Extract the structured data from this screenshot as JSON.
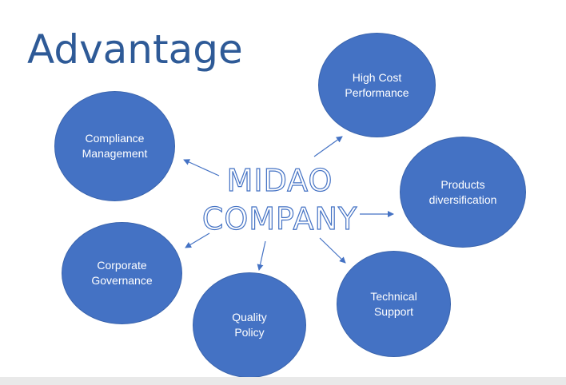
{
  "slide": {
    "title": "Advantage",
    "center_label": "MIDAO\nCOMPANY"
  },
  "nodes": [
    {
      "id": "compliance-management",
      "label": "Compliance\nManagement"
    },
    {
      "id": "high-cost-performance",
      "label": "High Cost\nPerformance"
    },
    {
      "id": "products-diversification",
      "label": "Products\ndiversification"
    },
    {
      "id": "corporate-governance",
      "label": "Corporate\nGovernance"
    },
    {
      "id": "technical-support",
      "label": "Technical\nSupport"
    },
    {
      "id": "quality-policy",
      "label": "Quality\nPolicy"
    }
  ],
  "colors": {
    "node_fill": "#4472c4",
    "title": "#2e5a97",
    "arrow": "#4472c4"
  }
}
